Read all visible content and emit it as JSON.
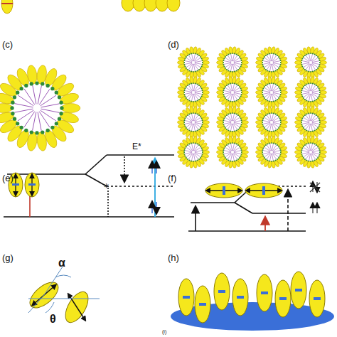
{
  "diagram": {
    "labels": [
      "(c)",
      "(d)",
      "(e)",
      "E*",
      "(f)",
      "(g)",
      "α",
      "θ",
      "(h)",
      "(i)"
    ]
  }
}
